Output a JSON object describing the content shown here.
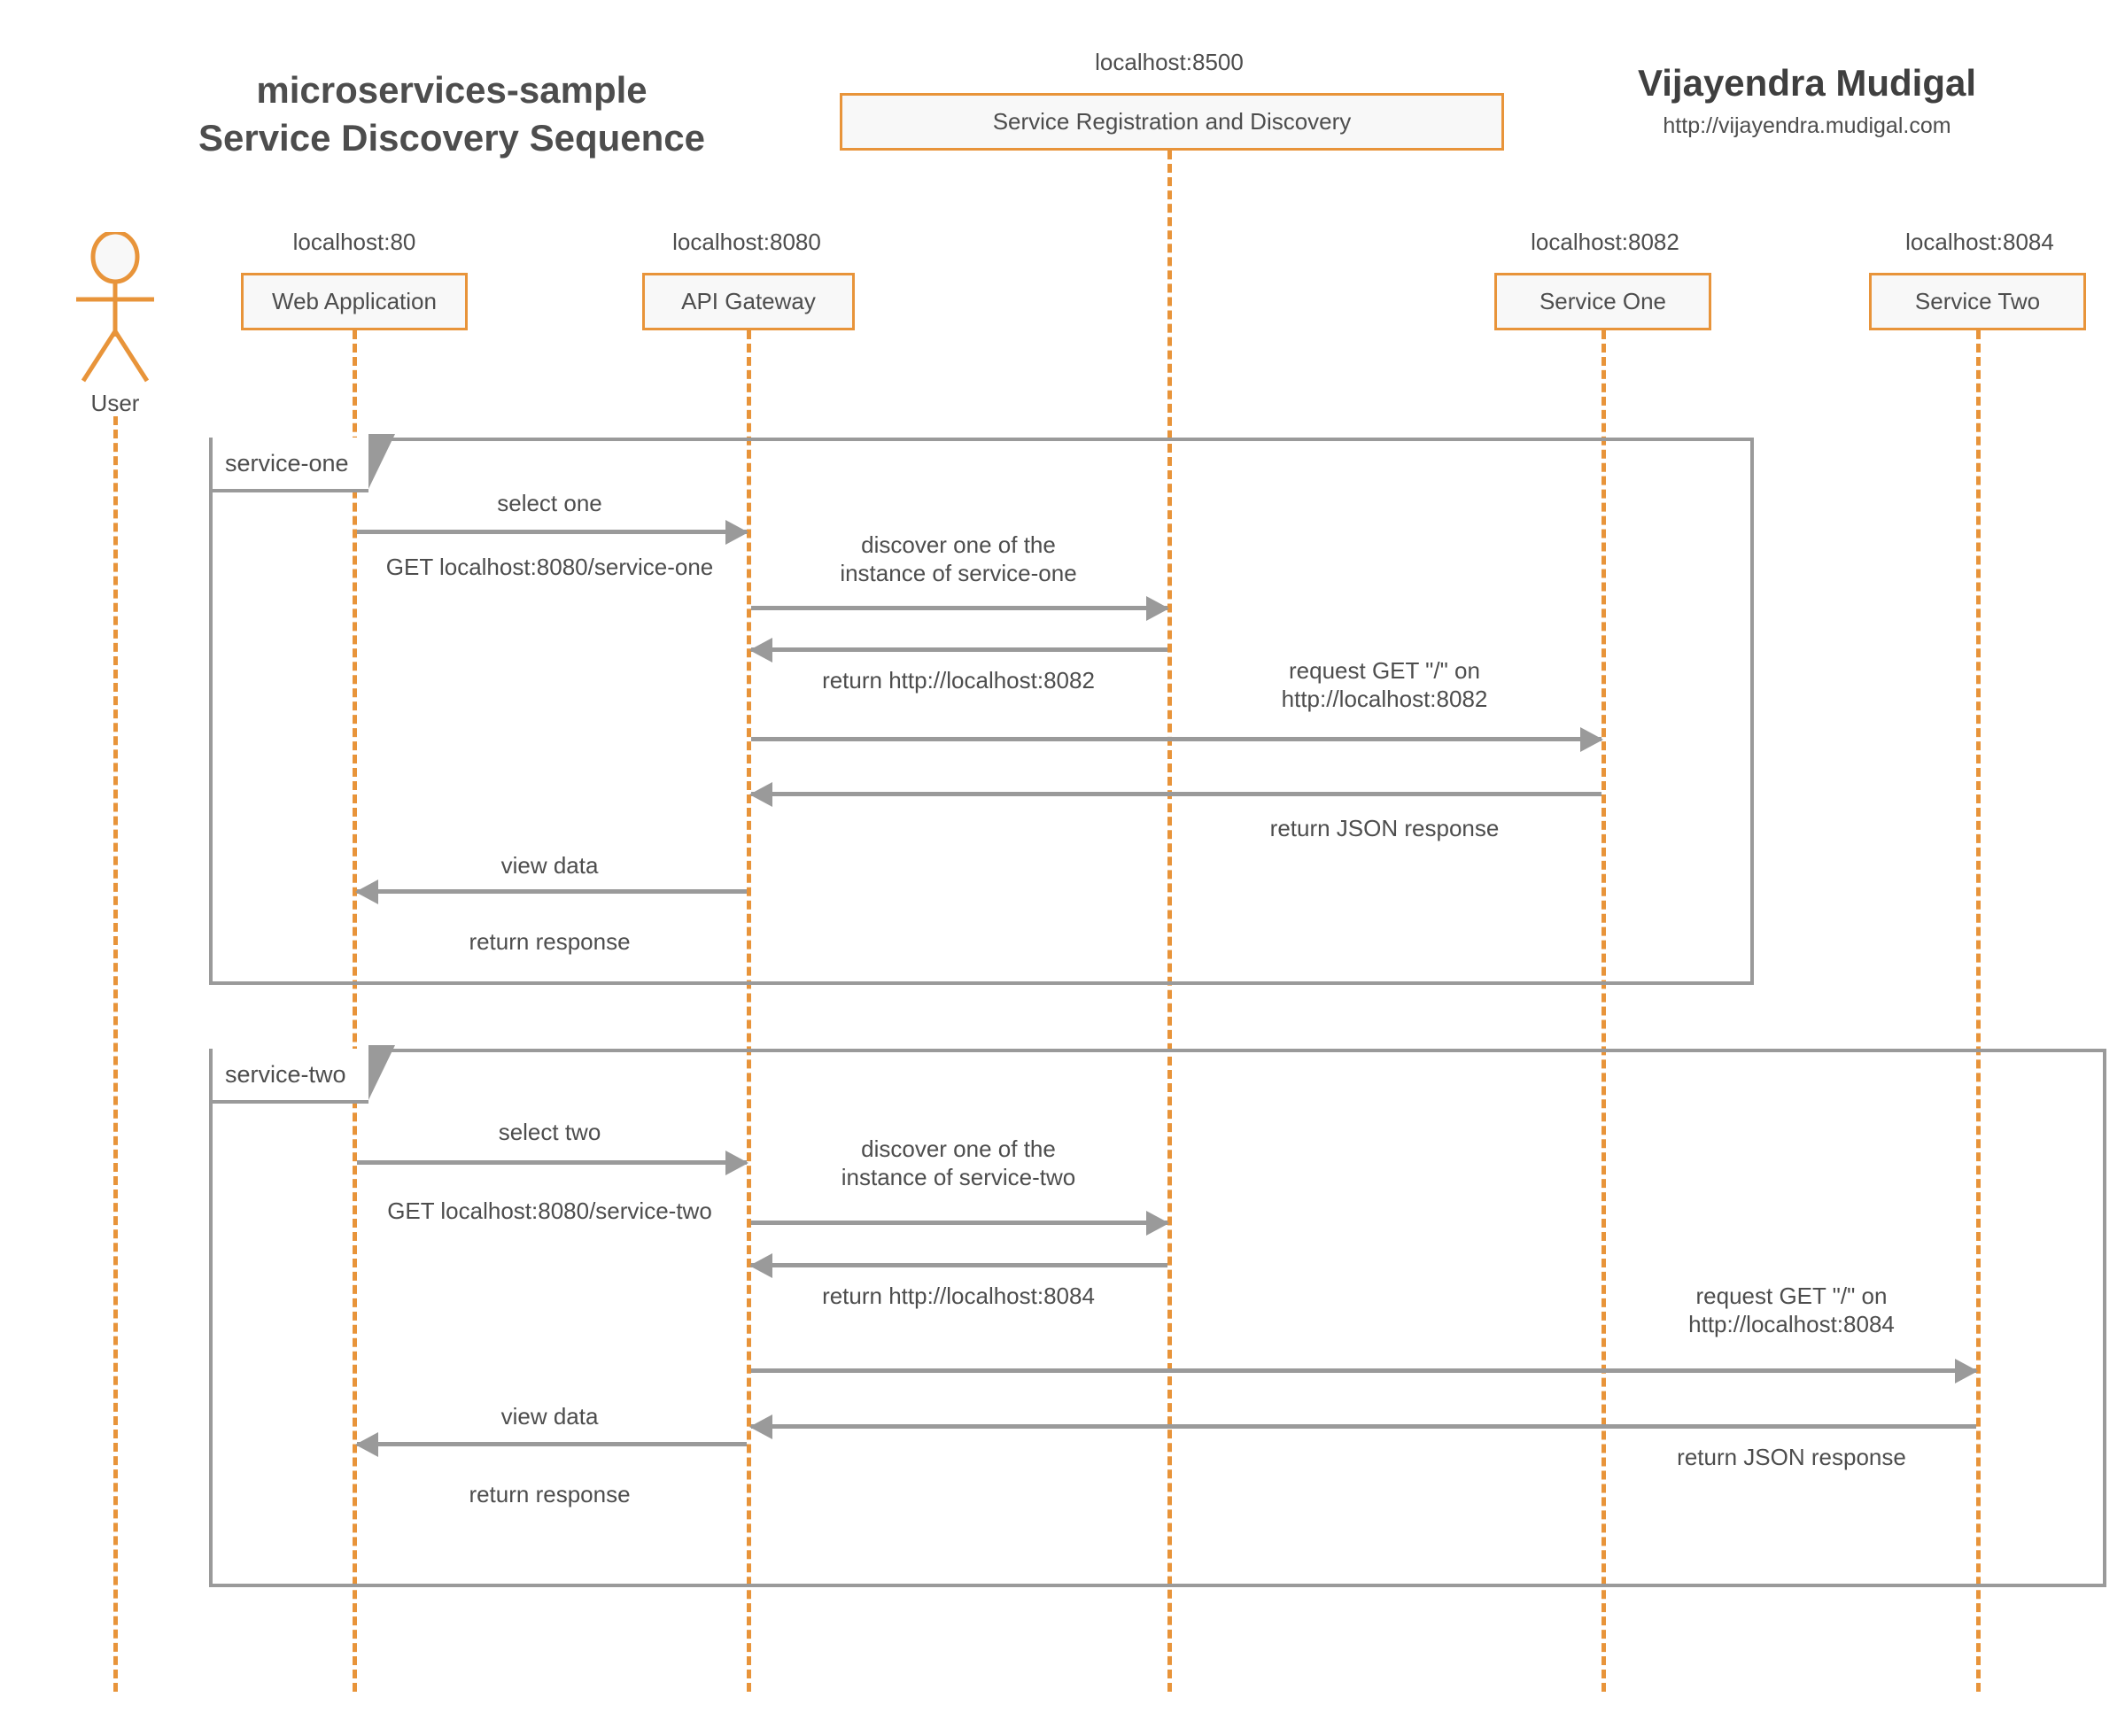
{
  "header": {
    "title_line1": "microservices-sample",
    "title_line2": "Service Discovery Sequence",
    "author_name": "Vijayendra Mudigal",
    "author_url": "http://vijayendra.mudigal.com"
  },
  "actor": {
    "label": "User",
    "icon": "actor-stick-figure-icon"
  },
  "participants": [
    {
      "name": "Web Application",
      "port": "localhost:80"
    },
    {
      "name": "API Gateway",
      "port": "localhost:8080"
    },
    {
      "name": "Service Registration and Discovery",
      "port": "localhost:8500"
    },
    {
      "name": "Service One",
      "port": "localhost:8082"
    },
    {
      "name": "Service Two",
      "port": "localhost:8084"
    }
  ],
  "fragments": [
    {
      "label": "service-one",
      "messages": [
        {
          "above": "select one",
          "below": "GET localhost:8080/service-one"
        },
        {
          "above": "discover one of the\ninstance of service-one",
          "below": ""
        },
        {
          "above": "",
          "below": "return http://localhost:8082"
        },
        {
          "above": "request GET \"/\" on\nhttp://localhost:8082",
          "below": ""
        },
        {
          "above": "",
          "below": "return JSON response"
        },
        {
          "above": "view data",
          "below": "return response"
        }
      ]
    },
    {
      "label": "service-two",
      "messages": [
        {
          "above": "select two",
          "below": "GET localhost:8080/service-two"
        },
        {
          "above": "discover one of the\ninstance of service-two",
          "below": ""
        },
        {
          "above": "",
          "below": "return http://localhost:8084"
        },
        {
          "above": "request GET \"/\" on\nhttp://localhost:8084",
          "below": ""
        },
        {
          "above": "",
          "below": "return JSON response"
        },
        {
          "above": "view data",
          "below": "return response"
        }
      ]
    }
  ],
  "colors": {
    "accent": "#e8943a",
    "line": "#9a9a9a",
    "text": "#4d4d4d",
    "box_fill": "#f8f8f8",
    "background": "#ffffff"
  }
}
